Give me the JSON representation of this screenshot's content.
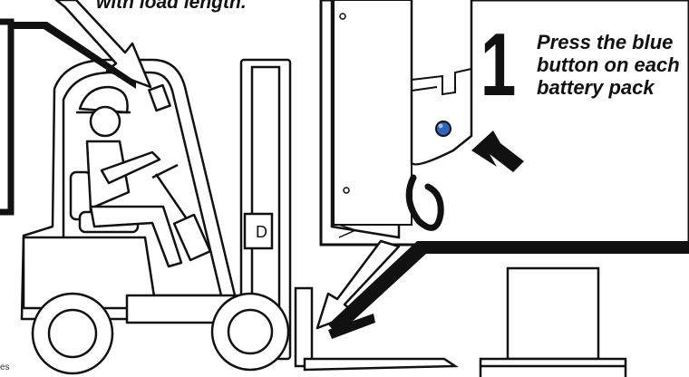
{
  "caption_fragment": "with load length.",
  "step": {
    "number": "1",
    "instruction_lines": [
      "Press the blue",
      "button on each",
      "battery pack"
    ]
  },
  "corner_fragment": "es",
  "colors": {
    "line": "#111111",
    "button_blue": "#2f63b8",
    "background": "#ffffff"
  },
  "icons": [
    "forklift-illustration",
    "operator-figure",
    "battery-pack",
    "blue-button",
    "callout-arrow",
    "load-box"
  ]
}
